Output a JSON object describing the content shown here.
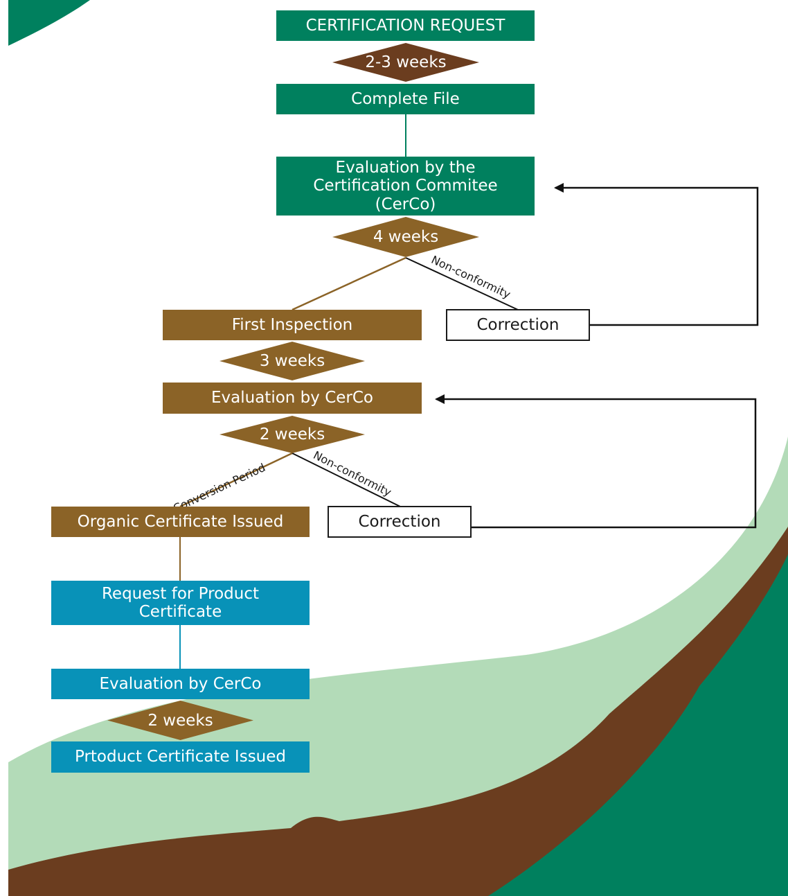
{
  "boxes": {
    "certification_request": "CERTIFICATION REQUEST",
    "complete_file": "Complete File",
    "evaluation_cerco_1": "Evaluation by the Certification Commitee (CerCo)",
    "first_inspection": "First Inspection",
    "correction_1": "Correction",
    "evaluation_cerco_2": "Evaluation by CerCo",
    "organic_certificate": "Organic Certificate Issued",
    "correction_2": "Correction",
    "request_product_certificate": "Request for Product Certificate",
    "evaluation_cerco_3": "Evaluation by CerCo",
    "product_certificate": "Prtoduct Certificate Issued"
  },
  "durations": {
    "d1": "2-3 weeks",
    "d2": "4 weeks",
    "d3": "3 weeks",
    "d4": "2 weeks",
    "d5": "2 weeks"
  },
  "edge_labels": {
    "nonconformity_1": "Non-conformity",
    "nonconformity_2": "Non-conformity",
    "conversion_period": "Conversion Period"
  },
  "colors": {
    "green": "#00805e",
    "brown": "#8b6327",
    "dark_brown": "#6b3d1f",
    "blue": "#0892b8",
    "light_green": "#b3dbb8"
  }
}
